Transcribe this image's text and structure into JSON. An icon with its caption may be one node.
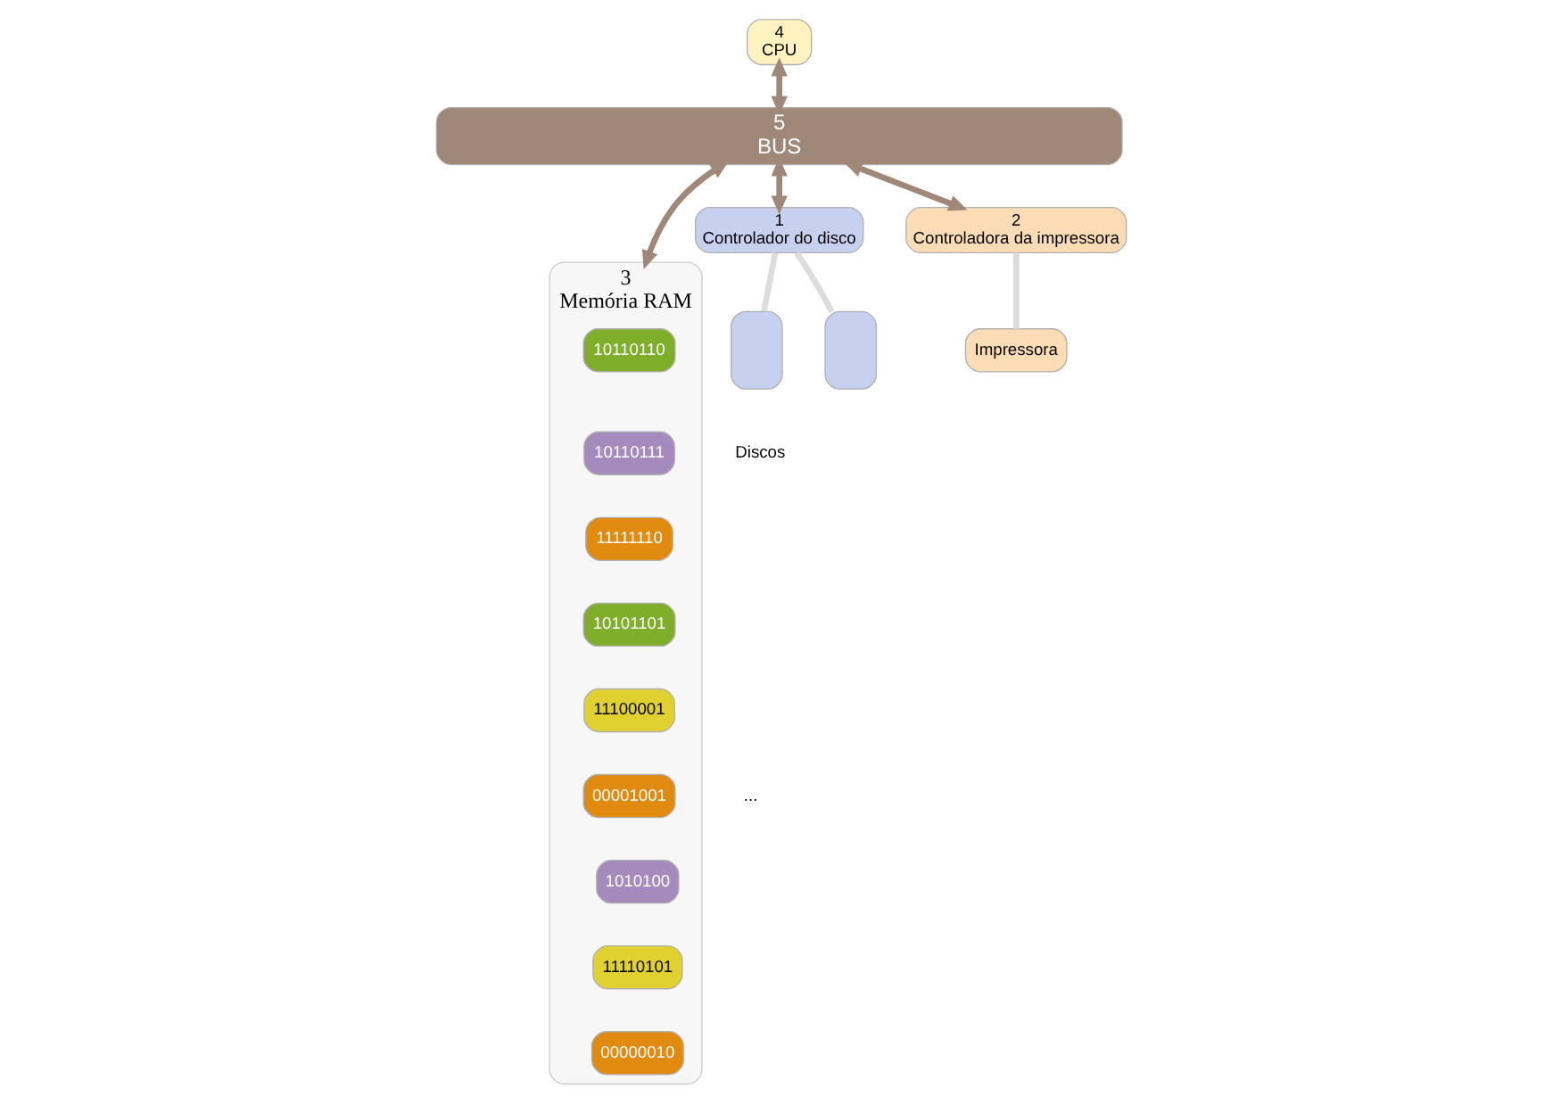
{
  "diagram": {
    "nodes": [
      {
        "text": [
          "4",
          "CPU"
        ]
      },
      {
        "text": [
          "5",
          "BUS"
        ]
      },
      {
        "text": [
          "3",
          "Memória RAM"
        ]
      },
      {
        "text": [
          "10110110"
        ],
        "in": 2
      },
      {
        "text": [
          "10110111"
        ],
        "in": 2
      },
      {
        "text": [
          "11111110"
        ],
        "in": 2
      },
      {
        "text": [
          "10101101"
        ],
        "in": 2
      },
      {
        "text": [
          "11100001"
        ],
        "in": 2
      },
      {
        "text": [
          "00001001"
        ],
        "in": 2
      },
      {
        "text": [
          "1010100"
        ],
        "in": 2
      },
      {
        "text": [
          "11110101"
        ],
        "in": 2
      },
      {
        "text": [
          "00000010"
        ],
        "in": 2
      },
      {
        "text": [
          "1",
          "Controlador do disco"
        ]
      },
      {
        "text": [],
        "shape": "box"
      },
      {
        "text": [],
        "shape": "box"
      },
      {
        "text": [
          "2",
          "Controladora da impressora"
        ]
      },
      {
        "text": [
          "Impressora"
        ]
      }
    ],
    "edges": [
      {
        "from": 0,
        "to": 1,
        "arrow": "both"
      },
      {
        "from": 1,
        "to": 2,
        "arrow": "both"
      },
      {
        "from": 1,
        "to": 12,
        "arrow": "both"
      },
      {
        "from": 1,
        "to": 15,
        "arrow": "both"
      },
      {
        "from": 12,
        "to": 13,
        "arrow": "none",
        "color": "#dcdcdc"
      },
      {
        "from": 12,
        "to": 14,
        "arrow": "none",
        "color": "#dcdcdc"
      },
      {
        "from": 15,
        "to": 16,
        "arrow": "none",
        "color": "#dcdcdc"
      }
    ],
    "labels": [
      "...",
      "Discos"
    ]
  }
}
